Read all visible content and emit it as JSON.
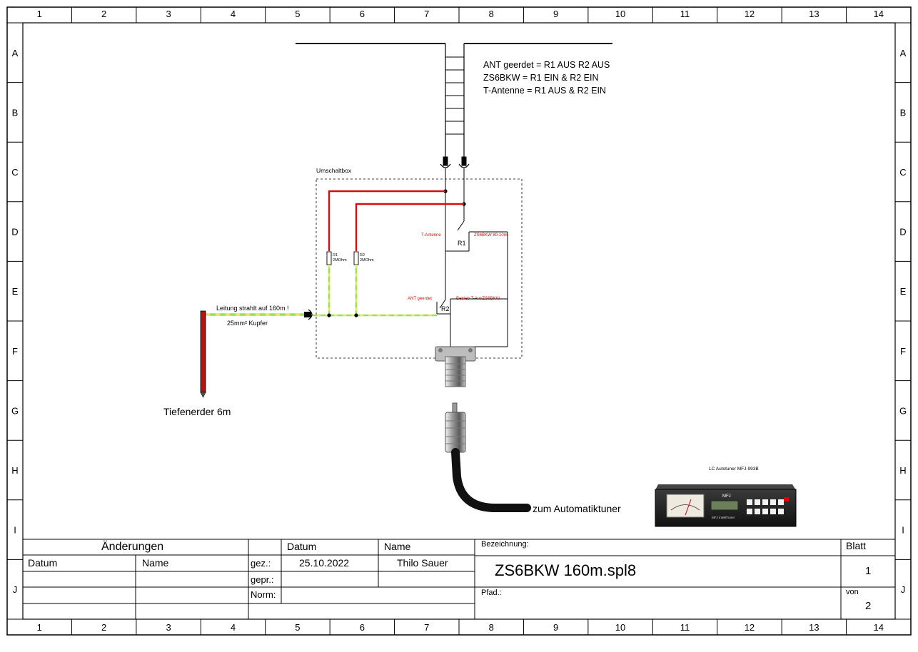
{
  "frame": {
    "columns": [
      "1",
      "2",
      "3",
      "4",
      "5",
      "6",
      "7",
      "8",
      "9",
      "10",
      "11",
      "12",
      "13",
      "14"
    ],
    "rows": [
      "A",
      "B",
      "C",
      "D",
      "E",
      "F",
      "G",
      "H",
      "I",
      "J"
    ]
  },
  "legend": {
    "line1": "ANT geerdet = R1 AUS R2 AUS",
    "line2": "ZS6BKW = R1 EIN & R2 EIN",
    "line3": "T-Antenne = R1 AUS & R2 EIN"
  },
  "box": {
    "title": "Umschaltbox",
    "r1_res_label": "R1",
    "r1_res_value": "2MOhm",
    "r2_res_label": "R2",
    "r2_res_value": "2MOhm",
    "relay1": "R1",
    "relay2": "R2",
    "t_antenne": "T-Antenne",
    "zs6bkw": "ZS6BKW 80-10m",
    "ant_geerdet": "ANT geerdet",
    "betrieb": "Betrieb T-Ant/ZS6BKW"
  },
  "ground": {
    "line_note": "Leitung strahlt auf 160m !",
    "cable": "25mm² Kupfer",
    "rod": "Tiefenerder 6m"
  },
  "tuner": {
    "cable_label": "zum Automatiktuner",
    "device_label": "LC Autotuner MFJ-993B",
    "logo": "MFJ",
    "panel_text": "MFJ IntelliTuner"
  },
  "titleblock": {
    "aenderungen": "Änderungen",
    "datum_hdr": "Datum",
    "name_hdr": "Name",
    "col_datum": "Datum",
    "col_name": "Name",
    "gez": "gez.:",
    "gepr": "gepr.:",
    "norm": "Norm:",
    "date": "25.10.2022",
    "author": "Thilo Sauer",
    "bezeichnung": "Bezeichnung:",
    "title": "ZS6BKW 160m.spl8",
    "pfad": "Pfad.:",
    "blatt": "Blatt",
    "blatt_nr": "1",
    "von": "von",
    "von_nr": "2"
  },
  "colors": {
    "red_wire": "#d01010",
    "ground_green": "#9be052",
    "ground_yellow": "#e8e86a",
    "rod_red": "#b01515",
    "annotation_red": "#cc1111"
  }
}
